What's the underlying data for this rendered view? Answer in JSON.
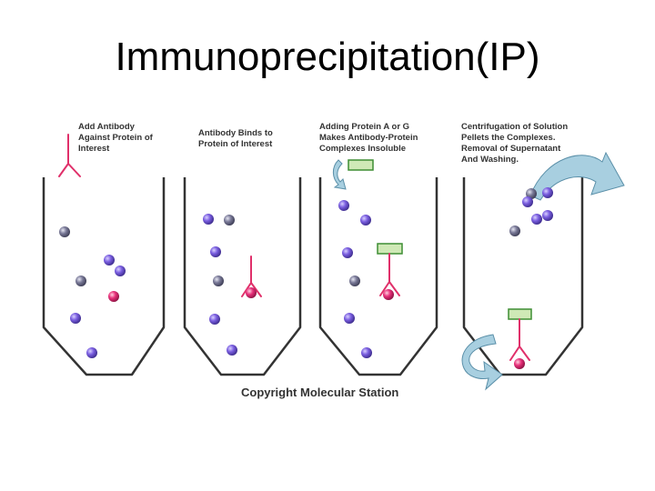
{
  "title": "Immunoprecipitation(IP)",
  "steps": [
    {
      "lines": [
        "Add Antibody",
        "Against Protein of",
        "Interest"
      ]
    },
    {
      "lines": [
        "Antibody Binds to",
        "Protein of Interest"
      ]
    },
    {
      "lines": [
        "Adding Protein A or G",
        "Makes Antibody-Protein",
        "Complexes Insoluble"
      ]
    },
    {
      "lines": [
        "Centrifugation of Solution",
        "Pellets the Complexes.",
        "Removal of Supernatant",
        "And Washing."
      ]
    }
  ],
  "copyright": "Copyright Molecular Station",
  "colors": {
    "antibody": "#e0306a",
    "target_protein": "#e0306a",
    "protein_purple": "#6a4ec8",
    "protein_gray": "#707090",
    "protein_ag_fill": "#cfe9b6",
    "protein_ag_stroke": "#3e8e34",
    "arrow_fill": "#a8cfe0",
    "arrow_stroke": "#5a8fa8",
    "tube_stroke": "#333333"
  },
  "icons": [
    "antibody-y-icon",
    "protein-a-g-block-icon",
    "curved-arrow-icon"
  ]
}
